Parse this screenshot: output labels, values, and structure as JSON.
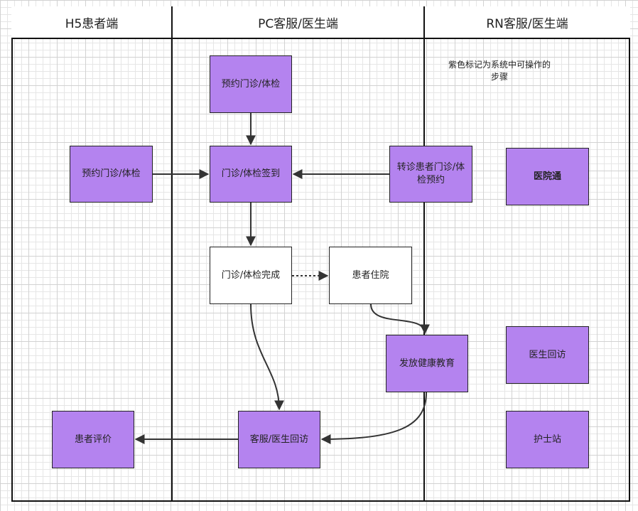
{
  "lanes": {
    "h5": "H5患者端",
    "pc": "PC客服/医生端",
    "rn": "RN客服/医生端"
  },
  "note": "紫色标记为系统中可操作的步骤",
  "nodes": {
    "pc_book": "预约门诊/体检",
    "h5_book": "预约门诊/体检",
    "checkin": "门诊/体检签到",
    "transfer": "转诊患者门诊/体检预约",
    "hospital_app": "医院通",
    "complete": "门诊/体检完成",
    "inpatient": "患者住院",
    "education": "发放健康教育",
    "rn_followup": "医生回访",
    "pc_followup": "客服/医生回访",
    "evaluation": "患者评价",
    "nurse_station": "护士站"
  },
  "colors": {
    "operable": "#b483ef",
    "plain": "#ffffff",
    "line": "#333333"
  }
}
